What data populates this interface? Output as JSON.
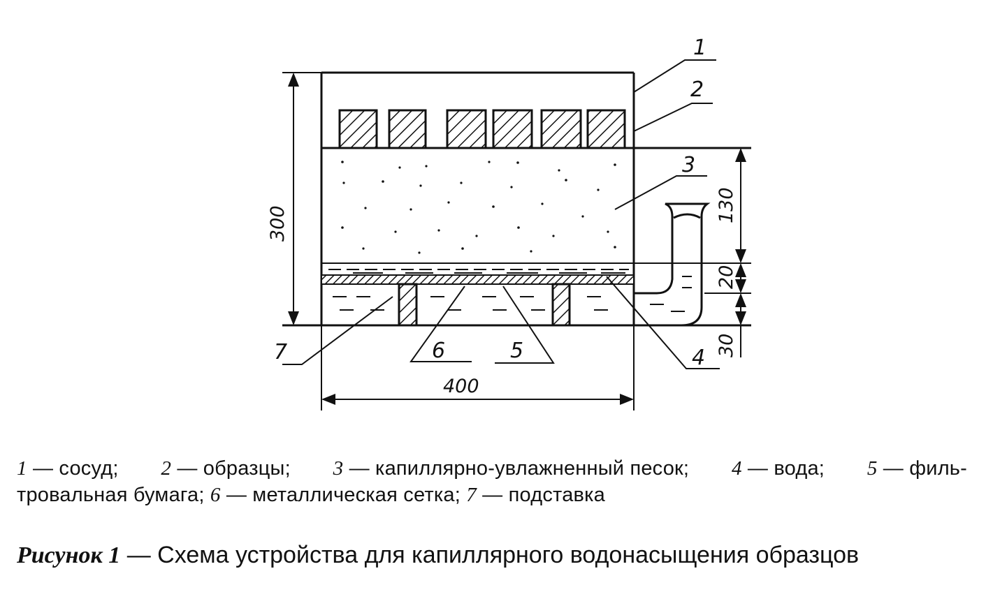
{
  "diagram": {
    "callouts": {
      "c1": "1",
      "c2": "2",
      "c3": "3",
      "c4": "4",
      "c5": "5",
      "c6": "6",
      "c7": "7"
    },
    "dimensions": {
      "height_total": "300",
      "width_total": "400",
      "sand_layer": "130",
      "water_gap": "20",
      "stand_height": "30"
    }
  },
  "legend": {
    "line1": [
      {
        "num": "1",
        "text": " — сосуд;"
      },
      {
        "num": "2",
        "text": " — образцы;"
      },
      {
        "num": "3",
        "text": " — капиллярно-увлажненный песок;"
      },
      {
        "num": "4",
        "text": " — вода;"
      },
      {
        "num": "5",
        "text": " — филь-"
      }
    ],
    "line2": [
      {
        "num": "",
        "text": "тровальная бумага; "
      },
      {
        "num": "6",
        "text": " — металлическая сетка; "
      },
      {
        "num": "7",
        "text": " — подставка"
      }
    ]
  },
  "caption": {
    "lead": "Рисунок 1",
    "text": " — Схема устройства для капиллярного водонасыщения образцов"
  }
}
